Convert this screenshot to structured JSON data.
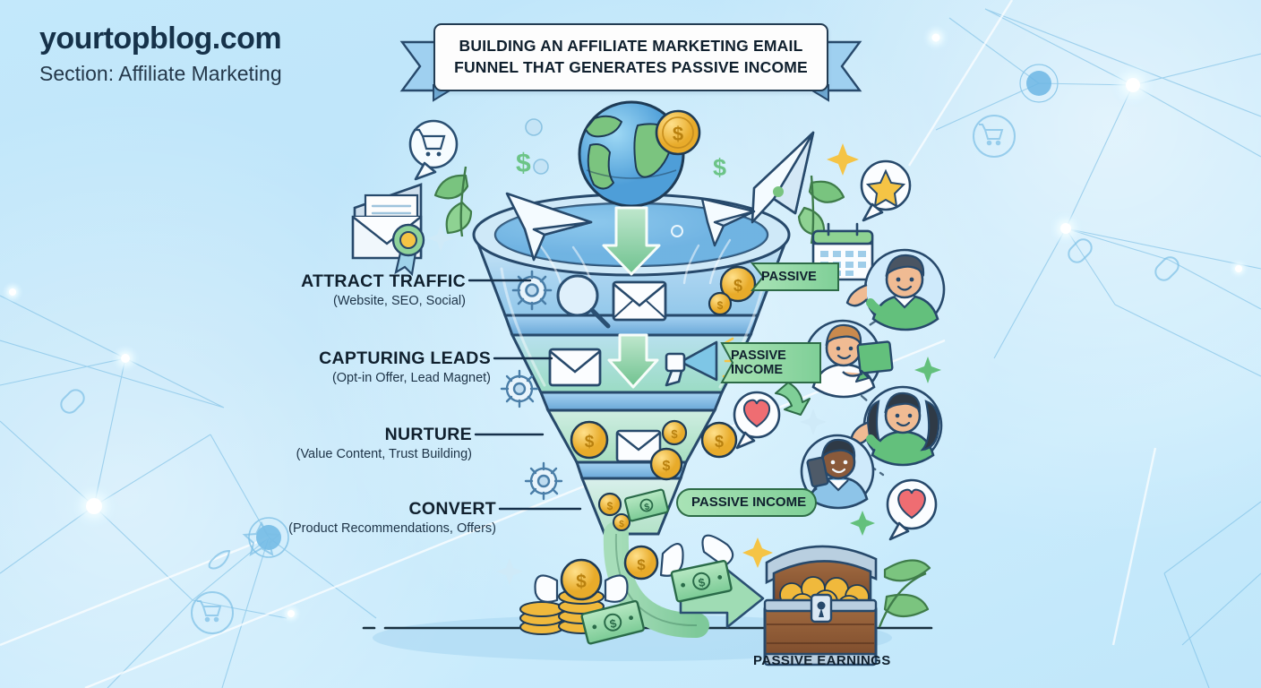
{
  "header": {
    "site": "yourtopblog.com",
    "section": "Section: Affiliate Marketing"
  },
  "banner": {
    "title": "BUILDING AN AFFILIATE MARKETING EMAIL FUNNEL THAT GENERATES PASSIVE INCOME"
  },
  "funnel": {
    "stages": [
      {
        "name": "ATTRACT TRAFFIC",
        "detail": "(Website, SEO, Social)"
      },
      {
        "name": "CAPTURING LEADS",
        "detail": "(Opt-in Offer, Lead Magnet)"
      },
      {
        "name": "NURTURE",
        "detail": "(Value Content, Trust Building)"
      },
      {
        "name": "CONVERT",
        "detail": "(Product Recommendations, Offers)"
      }
    ]
  },
  "tags": [
    {
      "text": "PASSIVE"
    },
    {
      "text": "PASSIVE INCOME"
    },
    {
      "text": "PASSIVE INCOME"
    }
  ],
  "outcome": {
    "label": "PASSIVE EARNINGS"
  },
  "colors": {
    "background": "#bfe6fa",
    "ink": "#10202e",
    "outline": "#2a4f72",
    "funnel_blue": "#9dcef0",
    "funnel_green": "#86d3a8",
    "tag_green": "#8ddba0",
    "gold": "#f5c445",
    "money_green": "#8fd6a3",
    "leaf_green": "#6fbf73",
    "shirt_green": "#63c07c",
    "shirt_blue": "#8dc4e8",
    "heart_red": "#ef6d72",
    "wood_brown": "#8a5a37"
  },
  "icons": [
    "globe-icon",
    "coin-icon",
    "paper-plane-icon",
    "envelope-icon",
    "open-envelope-icon",
    "award-ribbon-icon",
    "cart-bubble-icon",
    "dollar-sign-icon",
    "gear-icon",
    "magnifier-icon",
    "megaphone-icon",
    "calendar-icon",
    "star-bubble-icon",
    "heart-bubble-icon",
    "leaf-icon",
    "banknote-icon",
    "winged-money-icon",
    "coin-stack-icon",
    "treasure-chest-icon",
    "arrow-down-icon",
    "arrow-right-icon",
    "sparkle-icon",
    "link-icon",
    "avatar-icon"
  ]
}
